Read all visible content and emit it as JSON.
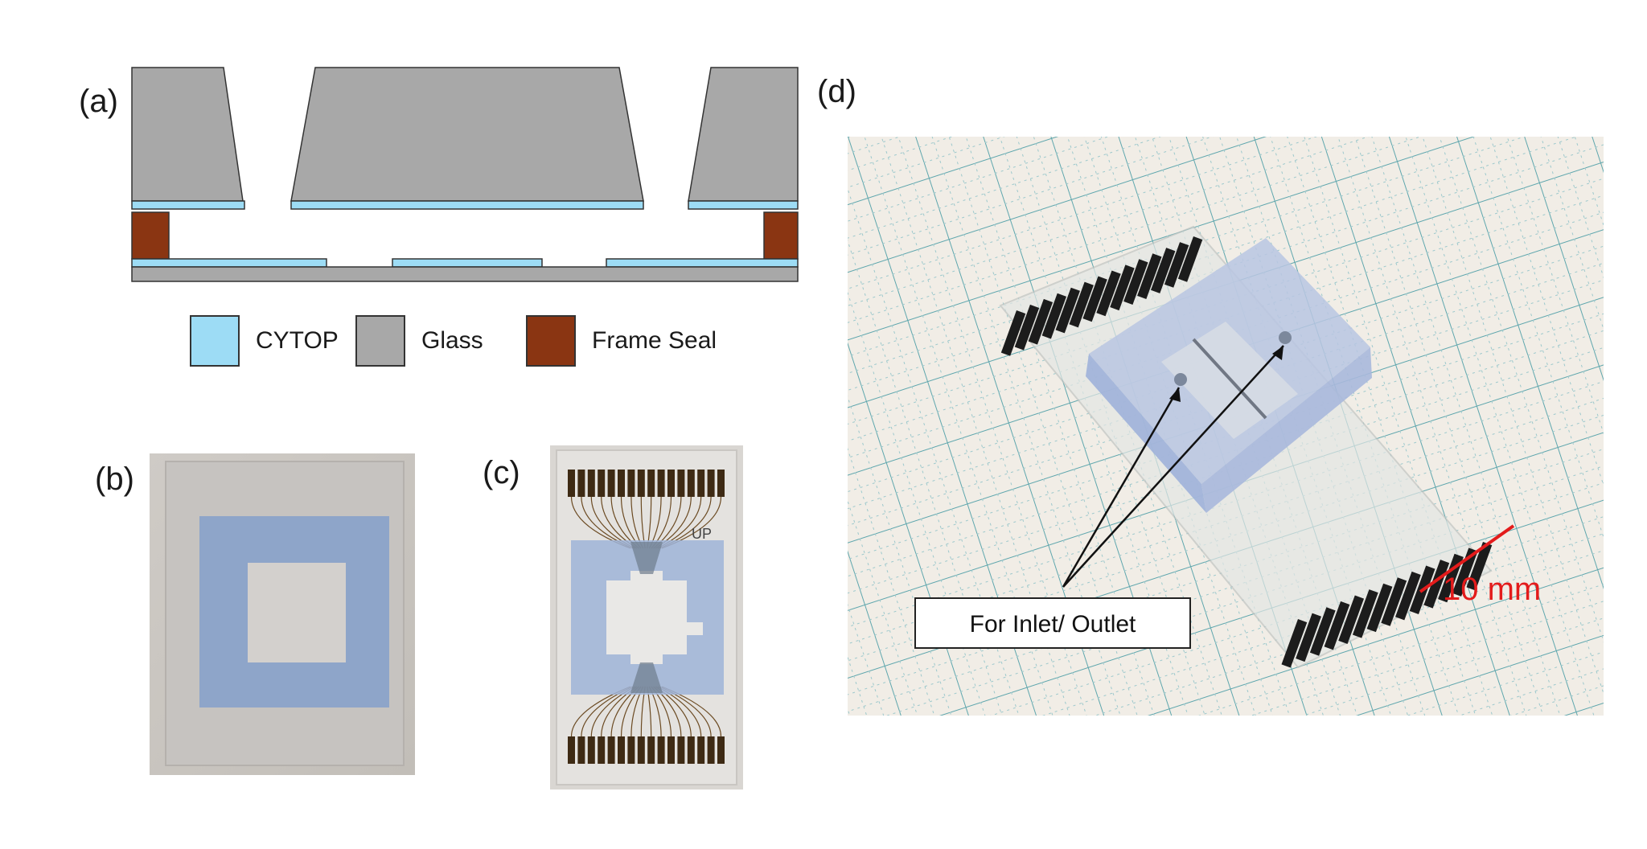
{
  "panels": {
    "a": "(a)",
    "b": "(b)",
    "c": "(c)",
    "d": "(d)"
  },
  "legend": [
    {
      "label": "CYTOP",
      "color": "#9ddcf5"
    },
    {
      "label": "Glass",
      "color": "#a8a8a8"
    },
    {
      "label": "Frame Seal",
      "color": "#8a3512"
    }
  ],
  "photo_c": {
    "up_marker": "UP"
  },
  "photo_d": {
    "annotation": "For Inlet/ Outlet",
    "scale_bar": "10 mm",
    "scale_color": "#e31b1b"
  },
  "colors": {
    "cytop": "#9ddcf5",
    "glass": "#a8a8a8",
    "seal": "#8a3512"
  }
}
